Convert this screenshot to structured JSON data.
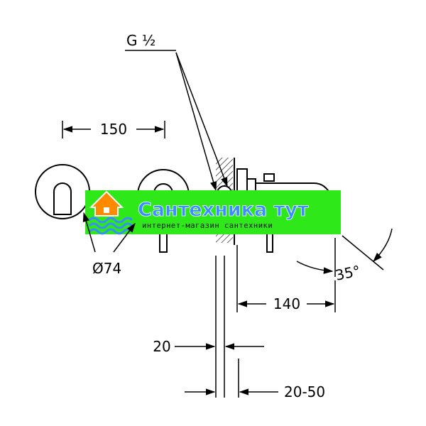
{
  "labels": {
    "thread": "G ½",
    "width_150": "150",
    "diameter": "Ø74",
    "angle": "35°",
    "spout_140": "140",
    "wall_20": "20",
    "wall_20_50": "20-50"
  },
  "watermark": {
    "title": "Сантехника тут",
    "subtitle": "интернет-магазин сантехники",
    "colors": {
      "band": "#2ee81a",
      "title": "#3a8dff",
      "accent": "#ff7a00",
      "subtitle": "#111111"
    }
  }
}
